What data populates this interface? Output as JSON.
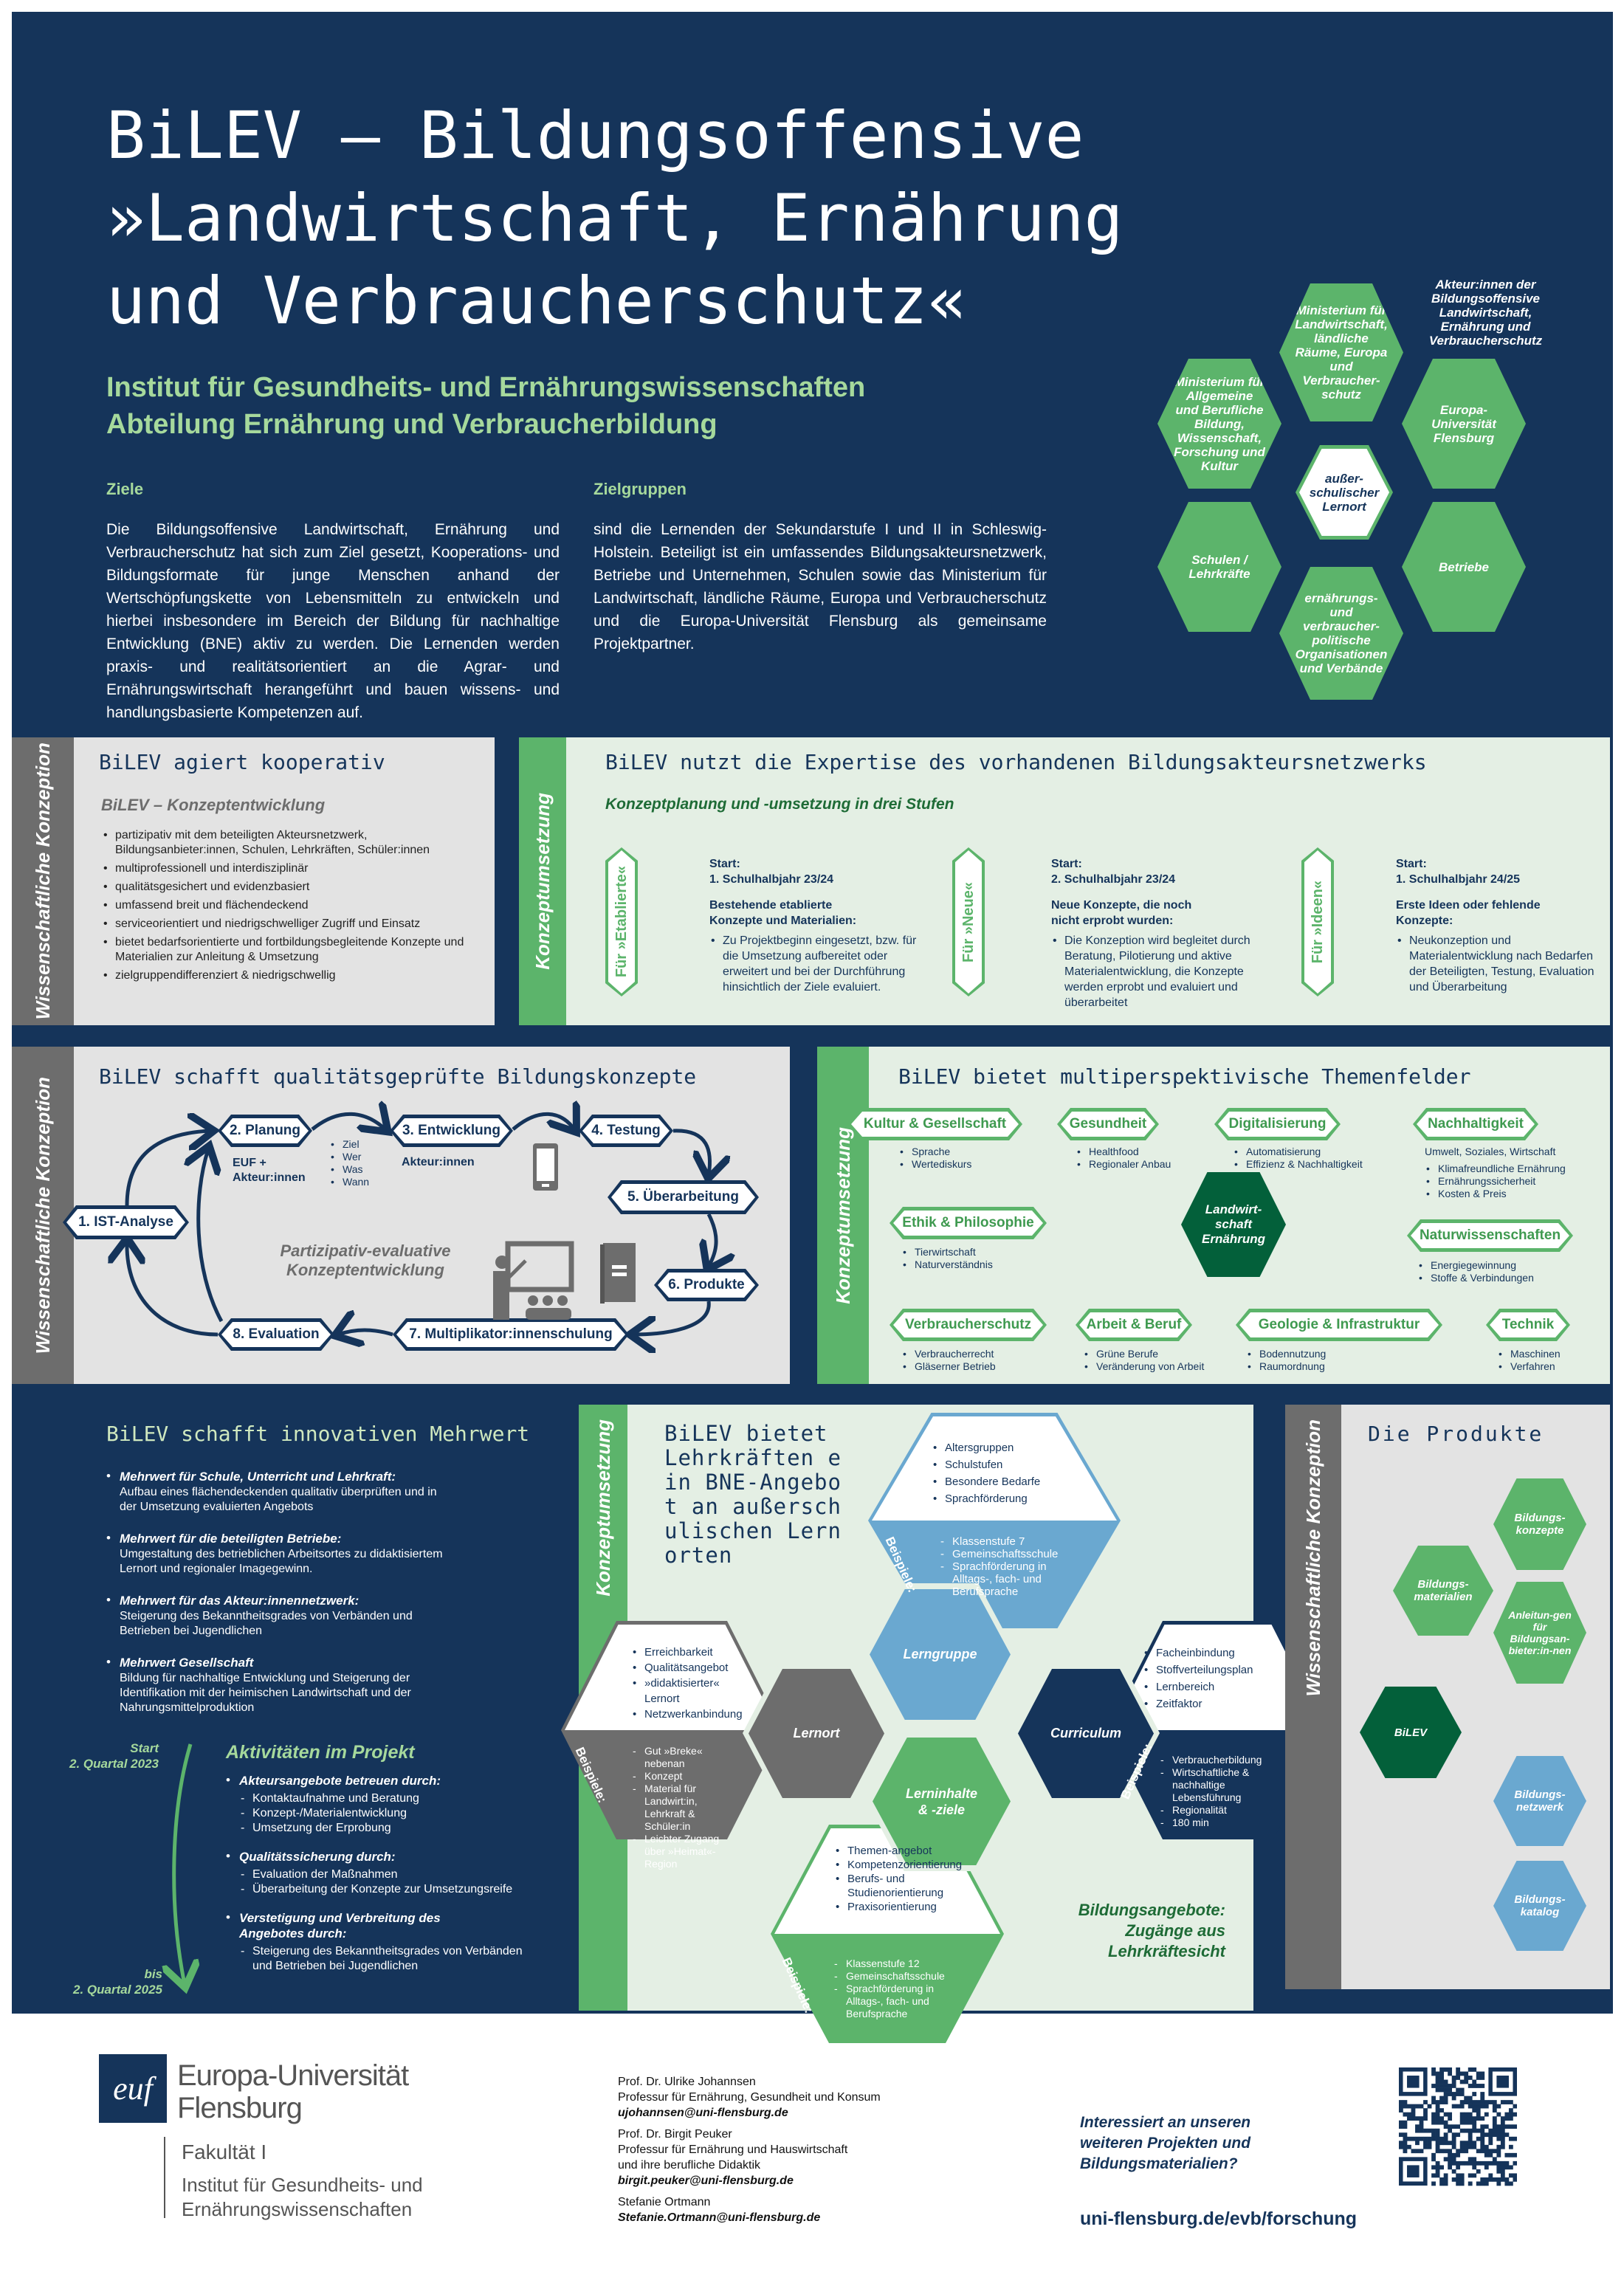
{
  "colors": {
    "navy": "#15345a",
    "green": "#5cb46b",
    "dark_green": "#03603a",
    "light_green_bg": "#e4efe4",
    "gray_panel": "#e3e3e3",
    "gray_side": "#6d6d6d",
    "blue": "#6aa8d0",
    "title_green": "#a6d99c"
  },
  "header": {
    "title_lines": [
      "BiLEV – Bildungsoffensive",
      "»Landwirtschaft, Ernährung",
      "und Verbraucherschutz«"
    ],
    "subtitle_lines": [
      "Institut für Gesundheits- und Ernährungswissenschaften",
      "Abteilung Ernährung und Verbraucherbildung"
    ],
    "ziele": {
      "heading": "Ziele",
      "text": "Die Bildungsoffensive Landwirtschaft, Ernährung und Verbraucherschutz hat sich zum Ziel gesetzt, Kooperations- und Bildungsformate für junge Menschen anhand der Wertschöpfungskette von Lebensmitteln zu entwickeln und hierbei insbesondere im Bereich der Bildung für nachhaltige Entwicklung (BNE) aktiv zu werden. Die Lernenden werden praxis- und realitätsorientiert an die Agrar- und Ernährungswirtschaft herangeführt und bauen wissens- und handlungsbasierte Kompetenzen auf."
    },
    "zielgruppen": {
      "heading": "Zielgruppen",
      "text": "sind die Lernenden der Sekundarstufe I und II in Schleswig-Holstein. Beteiligt ist ein umfassendes Bildungsakteursnetzwerk, Betriebe und Unternehmen, Schulen sowie das Ministerium für Landwirtschaft, ländliche Räume, Europa und Verbraucherschutz und die Europa-Universität Flensburg als gemeinsame Projektpartner."
    },
    "akteure": {
      "caption": "Akteur:innen der Bildungsoffensive Landwirtschaft, Ernährung und Verbraucherschutz",
      "top": "Ministerium für Landwirtschaft, ländliche Räume, Europa und Verbraucher-schutz",
      "left_upper": "Ministerium für Allgemeine und Berufliche Bildung, Wissenschaft, Forschung und Kultur",
      "right_upper": "Europa-Universität Flensburg",
      "center": "außer-schulischer Lernort",
      "left_lower": "Schulen / Lehrkräfte",
      "right_lower": "Betriebe",
      "bottom": "ernährungs- und verbraucher-politische Organisationen und Verbände"
    }
  },
  "kooperativ": {
    "side": "Wissenschaftliche Konzeption",
    "title": "BiLEV agiert kooperativ",
    "subtitle": "BiLEV – Konzeptentwicklung",
    "items": [
      "partizipativ mit dem beteiligten Akteursnetzwerk, Bildungsanbieter:innen, Schulen, Lehrkräften, Schüler:innen",
      "multiprofessionell und interdisziplinär",
      "qualitätsgesichert und evidenzbasiert",
      "umfassend breit und flächendeckend",
      "serviceorientiert und niedrigschwelliger Zugriff und Einsatz",
      "bietet bedarfsorientierte und fortbildungsbegleitende Konzepte und Materialien zur Anleitung & Umsetzung",
      "zielgruppendifferenziert & niedrigschwellig"
    ]
  },
  "expertise": {
    "side": "Konzeptumsetzung",
    "title": "BiLEV nutzt die Expertise des vorhandenen Bildungsakteursnetzwerks",
    "subtitle": "Konzeptplanung und -umsetzung in drei Stufen",
    "stages": [
      {
        "tag": "Für »Etablierte«",
        "icon": "handshake-icon",
        "start": "Start:",
        "period": "1. Schulhalbjahr 23/24",
        "heading": "Bestehende etablierte Konzepte und Materialien:",
        "bullet": "Zu Projektbeginn eingesetzt, bzw. für die Umsetzung aufbereitet oder erweitert und bei der Durchführung hinsichtlich der Ziele evaluiert."
      },
      {
        "tag": "Für »Neue«",
        "icon": "clipboard-checklist-icon",
        "start": "Start:",
        "period": "2. Schulhalbjahr 23/24",
        "heading": "Neue Konzepte, die noch nicht erprobt wurden:",
        "bullet": "Die Konzeption wird begleitet durch Beratung, Pilotierung und aktive Materialentwicklung, die Konzepte werden erprobt und evaluiert und überarbeitet"
      },
      {
        "tag": "Für »Ideen«",
        "icon": "lightbulb-brain-icon",
        "start": "Start:",
        "period": "1. Schulhalbjahr 24/25",
        "heading": "Erste Ideen oder fehlende Konzepte:",
        "bullet": "Neukonzeption und Materialentwicklung nach Bedarfen der Beteiligten, Testung, Evaluation und Überarbeitung"
      }
    ]
  },
  "qualitaet": {
    "side": "Wissenschaftliche Konzeption",
    "title": "BiLEV schafft qualitätsgeprüfte Bildungskonzepte",
    "steps": [
      "1. IST-Analyse",
      "2. Planung",
      "3. Entwicklung",
      "4. Testung",
      "5. Überarbeitung",
      "6. Produkte",
      "7. Multiplikator:innenschulung",
      "8. Evaluation"
    ],
    "planung_note": "EUF + Akteur:innen",
    "planung_points": [
      "Ziel",
      "Wer",
      "Was",
      "Wann"
    ],
    "entwicklung_note": "Akteur:innen",
    "center": "Partizipativ-evaluative Konzeptentwicklung"
  },
  "themen": {
    "side": "Konzeptumsetzung",
    "title": "BiLEV bietet multiperspektivische Themenfelder",
    "center": "Landwirt-schaft Ernährung",
    "fields": [
      {
        "label": "Kultur & Gesellschaft",
        "items": [
          "Sprache",
          "Wertediskurs"
        ]
      },
      {
        "label": "Gesundheit",
        "items": [
          "Healthfood",
          "Regionaler Anbau"
        ]
      },
      {
        "label": "Digitalisierung",
        "items": [
          "Automatisierung",
          "Effizienz & Nachhaltigkeit"
        ]
      },
      {
        "label": "Nachhaltigkeit",
        "intro": "Umwelt, Soziales, Wirtschaft",
        "items": [
          "Klimafreundliche Ernährung",
          "Ernährungssicherheit",
          "Kosten & Preis"
        ]
      },
      {
        "label": "Ethik & Philosophie",
        "items": [
          "Tierwirtschaft",
          "Naturverständnis"
        ]
      },
      {
        "label": "Naturwissenschaften",
        "items": [
          "Energiegewinnung",
          "Stoffe & Verbindungen"
        ]
      },
      {
        "label": "Verbraucherschutz",
        "items": [
          "Verbraucherrecht",
          "Gläserner Betrieb"
        ]
      },
      {
        "label": "Arbeit & Beruf",
        "items": [
          "Grüne Berufe",
          "Veränderung von Arbeit"
        ]
      },
      {
        "label": "Geologie & Infrastruktur",
        "items": [
          "Bodennutzung",
          "Raumordnung"
        ]
      },
      {
        "label": "Technik",
        "items": [
          "Maschinen",
          "Verfahren"
        ]
      }
    ]
  },
  "mehrwert": {
    "title": "BiLEV schafft innovativen Mehrwert",
    "items": [
      {
        "head": "Mehrwert für Schule, Unterricht und Lehrkraft:",
        "text": "Aufbau eines flächendeckenden qualitativ überprüften und in der Umsetzung evaluierten Angebots"
      },
      {
        "head": "Mehrwert für die beteiligten Betriebe:",
        "text": "Umgestaltung des betrieblichen Arbeitsortes zu didaktisiertem Lernort und regionaler Imagegewinn."
      },
      {
        "head": "Mehrwert für das Akteur:innennetzwerk:",
        "text": "Steigerung des Bekanntheitsgrades von Verbänden und Betrieben bei Jugendlichen"
      },
      {
        "head": "Mehrwert Gesellschaft",
        "text": "Bildung für nachhaltige Entwicklung und Steigerung der Identifikation mit der heimischen Landwirtschaft und der Nahrungsmittelproduktion"
      }
    ]
  },
  "aktivitaeten": {
    "start_label": "Start",
    "start_period": "2. Quartal 2023",
    "end_label": "bis",
    "end_period": "2. Quartal 2025",
    "title": "Aktivitäten im Projekt",
    "groups": [
      {
        "head": "Akteursangebote betreuen durch:",
        "items": [
          "Kontaktaufnahme und Beratung",
          "Konzept-/Materialentwicklung",
          "Umsetzung der Erprobung"
        ]
      },
      {
        "head": "Qualitätssicherung durch:",
        "items": [
          "Evaluation der Maßnahmen",
          "Überarbeitung der Konzepte zur Umsetzungsreife"
        ]
      },
      {
        "head": "Verstetigung und Verbreitung des Angebotes durch:",
        "items": [
          "Steigerung des Bekanntheitsgrades von Verbänden und Betrieben bei Jugendlichen"
        ]
      }
    ]
  },
  "lernorte": {
    "side": "Konzeptumsetzung",
    "title": "BiLEV bietet Lehrkräften ein BNE-Angebot an außerschulischen Lernorten",
    "examples_label": "Beispiele:",
    "lerngruppe": {
      "label": "Lerngruppe",
      "aspects": [
        "Altersgruppen",
        "Schulstufen",
        "Besondere Bedarfe",
        "Sprachförderung"
      ],
      "examples": [
        "Klassenstufe 7",
        "Gemeinschaftsschule",
        "Sprachförderung in Alltags-, fach- und Berufsprache"
      ]
    },
    "lernort": {
      "label": "Lernort",
      "aspects": [
        "Erreichbarkeit",
        "Qualitätsangebot",
        "»didaktisierter« Lernort",
        "Netzwerkanbindung"
      ],
      "examples": [
        "Gut »Breke« nebenan",
        "Konzept",
        "Material für Landwirt:in, Lehrkraft & Schüler:in",
        "Leichter Zugang über »Heimat«-Region"
      ]
    },
    "curriculum": {
      "label": "Curriculum",
      "aspects": [
        "Facheinbindung",
        "Stoffverteilungsplan",
        "Lernbereich",
        "Zeitfaktor"
      ],
      "examples": [
        "Verbraucherbildung",
        "Wirtschaftliche & nachhaltige Lebensführung",
        "Regionalität",
        "180 min"
      ]
    },
    "lerninhalte": {
      "label": "Lerninhalte & -ziele",
      "aspects": [
        "Themen-angebot",
        "Kompetenzorientierung",
        "Berufs- und Studienorientierung",
        "Praxisorientierung"
      ],
      "examples": [
        "Klassenstufe 12",
        "Gemeinschaftsschule",
        "Sprachförderung in Alltags-, fach- und Berufsprache"
      ]
    },
    "caption": [
      "Bildungsangebote:",
      "Zugänge aus",
      "Lehrkräftesicht"
    ]
  },
  "produkte": {
    "side": "Wissenschaftliche Konzeption",
    "title": "Die Produkte",
    "center": "BiLEV",
    "items": [
      "Bildungs-konzepte",
      "Bildungs-materialien",
      "Anleitun-gen für Bildungsan-bieter:in-nen",
      "Bildungs-netzwerk",
      "Bildungs-katalog"
    ]
  },
  "footer": {
    "logo_mark": "euf",
    "university_lines": [
      "Europa-Universität",
      "Flensburg"
    ],
    "faculty": "Fakultät I",
    "institute_lines": [
      "Institut für Gesundheits- und",
      "Ernährungswissenschaften"
    ],
    "contacts": [
      {
        "name": "Prof. Dr. Ulrike Johannsen",
        "role_lines": [
          "Professur für Ernährung, Gesundheit und Konsum"
        ],
        "email": "ujohannsen@uni-flensburg.de"
      },
      {
        "name": "Prof. Dr. Birgit Peuker",
        "role_lines": [
          "Professur für Ernährung und Hauswirtschaft",
          "und ihre berufliche Didaktik"
        ],
        "email": "birgit.peuker@uni-flensburg.de"
      },
      {
        "name": "Stefanie Ortmann",
        "role_lines": [],
        "email": "Stefanie.Ortmann@uni-flensburg.de"
      }
    ],
    "cta_lines": [
      "Interessiert an unseren",
      "weiteren Projekten und",
      "Bildungsmaterialien?"
    ],
    "url": "uni-flensburg.de/evb/forschung"
  }
}
